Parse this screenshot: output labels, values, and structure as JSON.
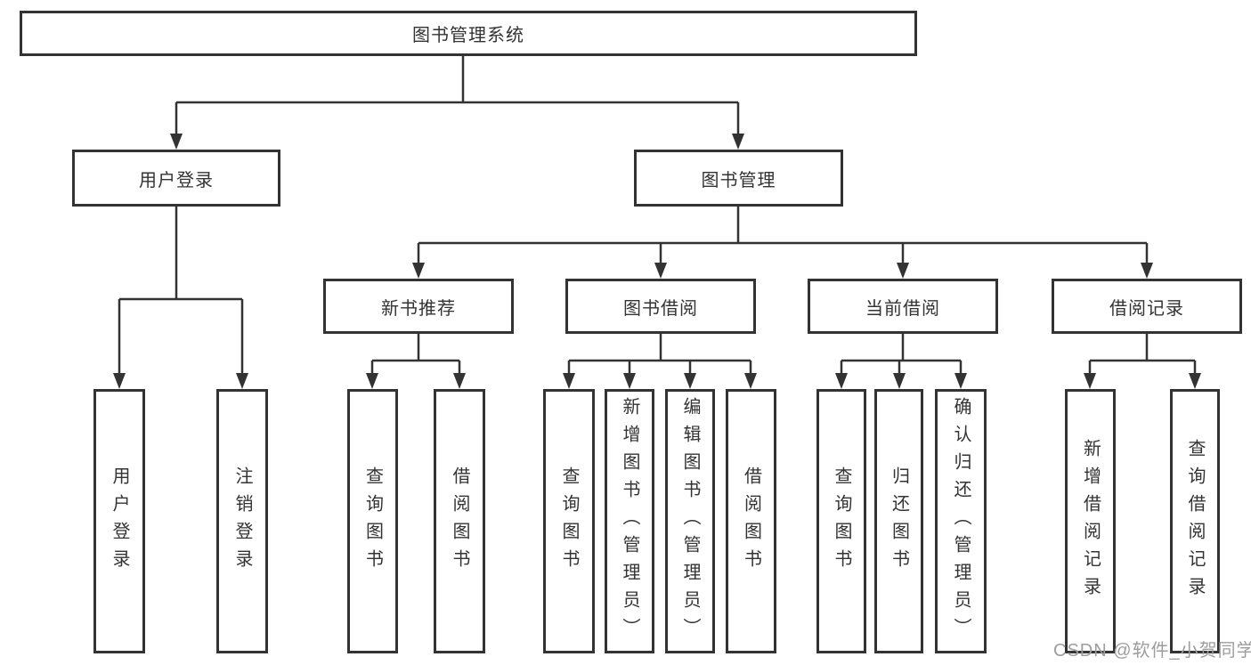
{
  "diagram": {
    "root": {
      "label": "图书管理系统"
    },
    "branches": [
      {
        "label": "用户登录",
        "leaves": [
          {
            "label": "用户登录"
          },
          {
            "label": "注销登录"
          }
        ]
      },
      {
        "label": "图书管理",
        "groups": [
          {
            "label": "新书推荐",
            "leaves": [
              {
                "label": "查询图书"
              },
              {
                "label": "借阅图书"
              }
            ]
          },
          {
            "label": "图书借阅",
            "leaves": [
              {
                "label": "查询图书"
              },
              {
                "label": "新增图书（管理员）"
              },
              {
                "label": "编辑图书（管理员）"
              },
              {
                "label": "借阅图书"
              }
            ]
          },
          {
            "label": "当前借阅",
            "leaves": [
              {
                "label": "查询图书"
              },
              {
                "label": "归还图书"
              },
              {
                "label": "确认归还（管理员）"
              }
            ]
          },
          {
            "label": "借阅记录",
            "leaves": [
              {
                "label": "新增借阅记录"
              },
              {
                "label": "查询借阅记录"
              }
            ]
          }
        ]
      }
    ]
  },
  "watermark": {
    "text": "CSDN @软件_小贺同学"
  },
  "colors": {
    "line": "#333333",
    "text": "#333333",
    "box_background": "#ffffff",
    "watermark": "#9d9d9d"
  }
}
